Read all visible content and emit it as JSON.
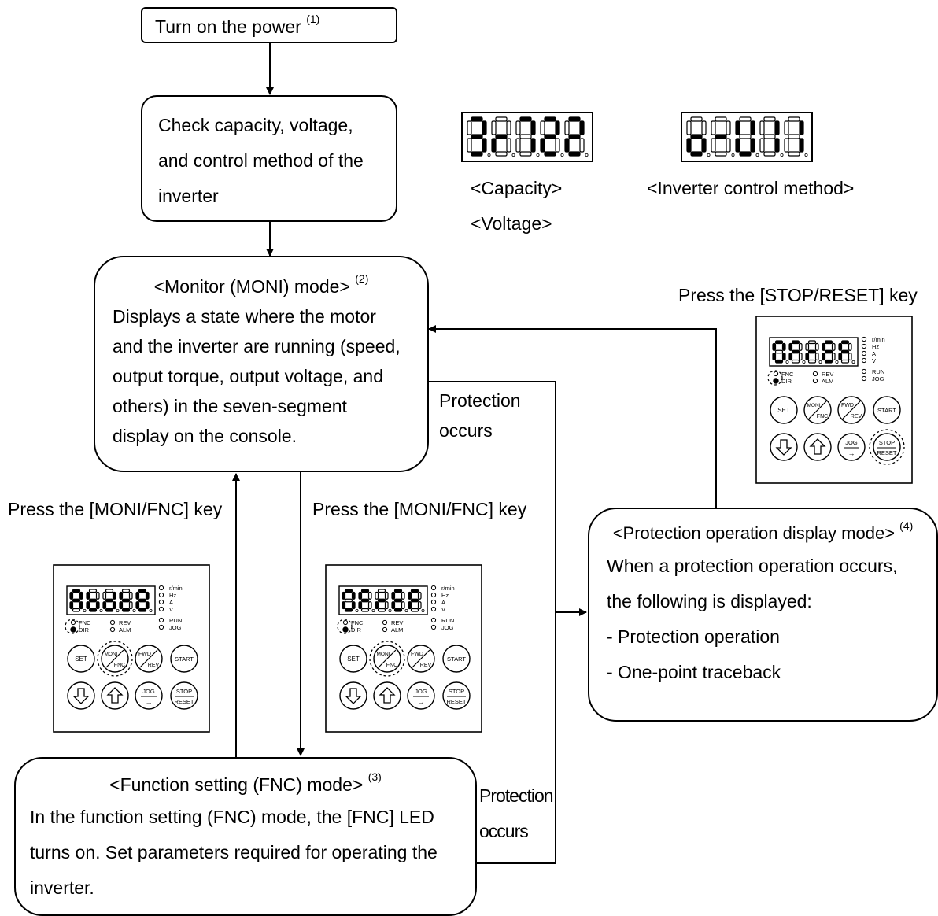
{
  "power_box": {
    "text": "Turn on the power",
    "note": "(1)"
  },
  "check_box": {
    "lines": [
      "Check capacity, voltage,",
      "and control method of the",
      "inverter"
    ]
  },
  "displays": {
    "capacity_code": "3r722",
    "method_code": "o-U11",
    "capacity_label": "<Capacity>",
    "voltage_label": "<Voltage>",
    "method_label": "<Inverter control method>"
  },
  "monitor_box": {
    "title": "<Monitor (MONI) mode>",
    "note": "(2)",
    "lines": [
      "Displays a state where the motor",
      "and the inverter are running (speed,",
      "output torque, output voltage, and",
      "others) in the seven-segment",
      "display on the console."
    ]
  },
  "function_box": {
    "title": "<Function setting (FNC) mode>",
    "note": "(3)",
    "lines": [
      "In the function setting (FNC) mode, the [FNC] LED",
      "turns on. Set parameters required for operating the",
      "inverter."
    ]
  },
  "protection_box": {
    "title": "<Protection operation display mode>",
    "note": "(4)",
    "lines": [
      "When a protection operation occurs,",
      "the following is displayed:",
      "- Protection operation",
      "- One-point traceback"
    ]
  },
  "labels": {
    "press_stop_reset": "Press the [STOP/RESET] key",
    "press_moni_left": "Press the [MONI/FNC] key",
    "press_moni_right": "Press the [MONI/FNC] key",
    "protection_occurs_1_a": "Protection",
    "protection_occurs_1_b": "occurs",
    "protection_occurs_2_a": "Protection",
    "protection_occurs_2_b": "occurs"
  },
  "consoles": [
    {
      "display": "RbdtB",
      "highlight": "moni",
      "dir_led": "on"
    },
    {
      "display": "OFrEF",
      "highlight": "moni",
      "dir_led": "dashed"
    },
    {
      "display": "OFrEF",
      "highlight": "stop",
      "dir_led": "on"
    }
  ],
  "console_text": {
    "ind_rmin": "r/min",
    "ind_hz": "Hz",
    "ind_a": "A",
    "ind_v": "V",
    "ind_run": "RUN",
    "ind_jog": "JOG",
    "led_fnc": "FNC",
    "led_dir": "DIR",
    "led_rev": "REV",
    "led_alm": "ALM",
    "key_set": "SET",
    "key_moni_top": "MONI",
    "key_moni_bot": "FNC",
    "key_fwd_top": "FWD",
    "key_fwd_bot": "REV",
    "key_start": "START",
    "key_jog_top": "JOG",
    "key_jog_bot": "→",
    "key_stop_top": "STOP",
    "key_stop_bot": "RESET"
  }
}
